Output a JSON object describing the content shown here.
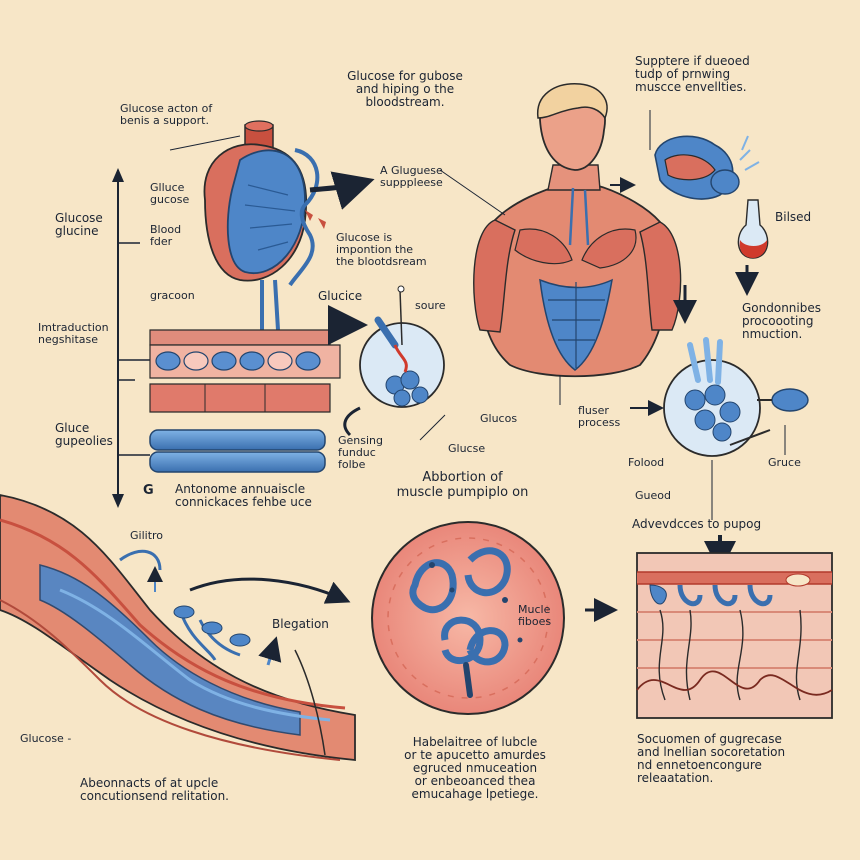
{
  "labels": {
    "glucose_action": "Glucose acton of\nbenis a support.",
    "glucose_for_glucose": "Glucose for gubose\nand hiping o the\nbloodstream.",
    "supporter": "Supptere if dueoed\ntudp of prnwing\nmuscce envellties.",
    "gluco_gucose": "Glluce\ngucose",
    "blood_fder": "Blood\nfder",
    "glucose_glucine": "Glucose\nglucine",
    "a_gluguese": "A Gluguese\nsupppleese",
    "glucose_is": "Glucose is\nimpontion the\nthe blootdsream",
    "gracoon": "gracoon",
    "glucice": "Glucice",
    "source": "soure",
    "bilsed": "Bilsed",
    "intraduction": "Imtraduction\nnegshitase",
    "gondonnibes": "Gondonnibes\nprocoooting\nnmuction.",
    "glucos_small": "Glucos",
    "glucose_small": "Glucse",
    "fluser_process": "fluser\nprocess",
    "gluco_gupcolies": "Gluce\ngupeolies",
    "gensing": "Gensing\nfunduc\nfolbe",
    "folood": "Folood",
    "gruce": "Gruce",
    "g_letter": "G",
    "antonome": "Antonome annuaiscle\nconnickaces fehbe uce",
    "absorption": "Abbortion of\nmuscle pumpiplo on",
    "gueod": "Gueod",
    "advances": "Advevdcces to pupog",
    "gilitro": "Gilitro",
    "blegation": "Blegation",
    "muscle_fibers": "Mucle\nfiboes",
    "glucose_dash": "Glucose -",
    "habelaitree": "Habelaitree of lubcle\nor te apucetto amurdes\negruced nmuceation\nor enbeoanced thea\nemucahage lpetiege.",
    "socuomen": "Socuomen of gugrecase\nand lnellian socoretation\nnd ennetoencongure\nreleaatation.",
    "abeonnacts": "Abeonnacts of at upcle\nconcutionsend relitation."
  },
  "colors": {
    "background": "#f7e6c7",
    "muscle": "#d9695a",
    "muscle_light": "#f0a591",
    "glucose_blue": "#4a86c6",
    "glucose_dark": "#2c5e9a",
    "ink": "#1b2433"
  }
}
